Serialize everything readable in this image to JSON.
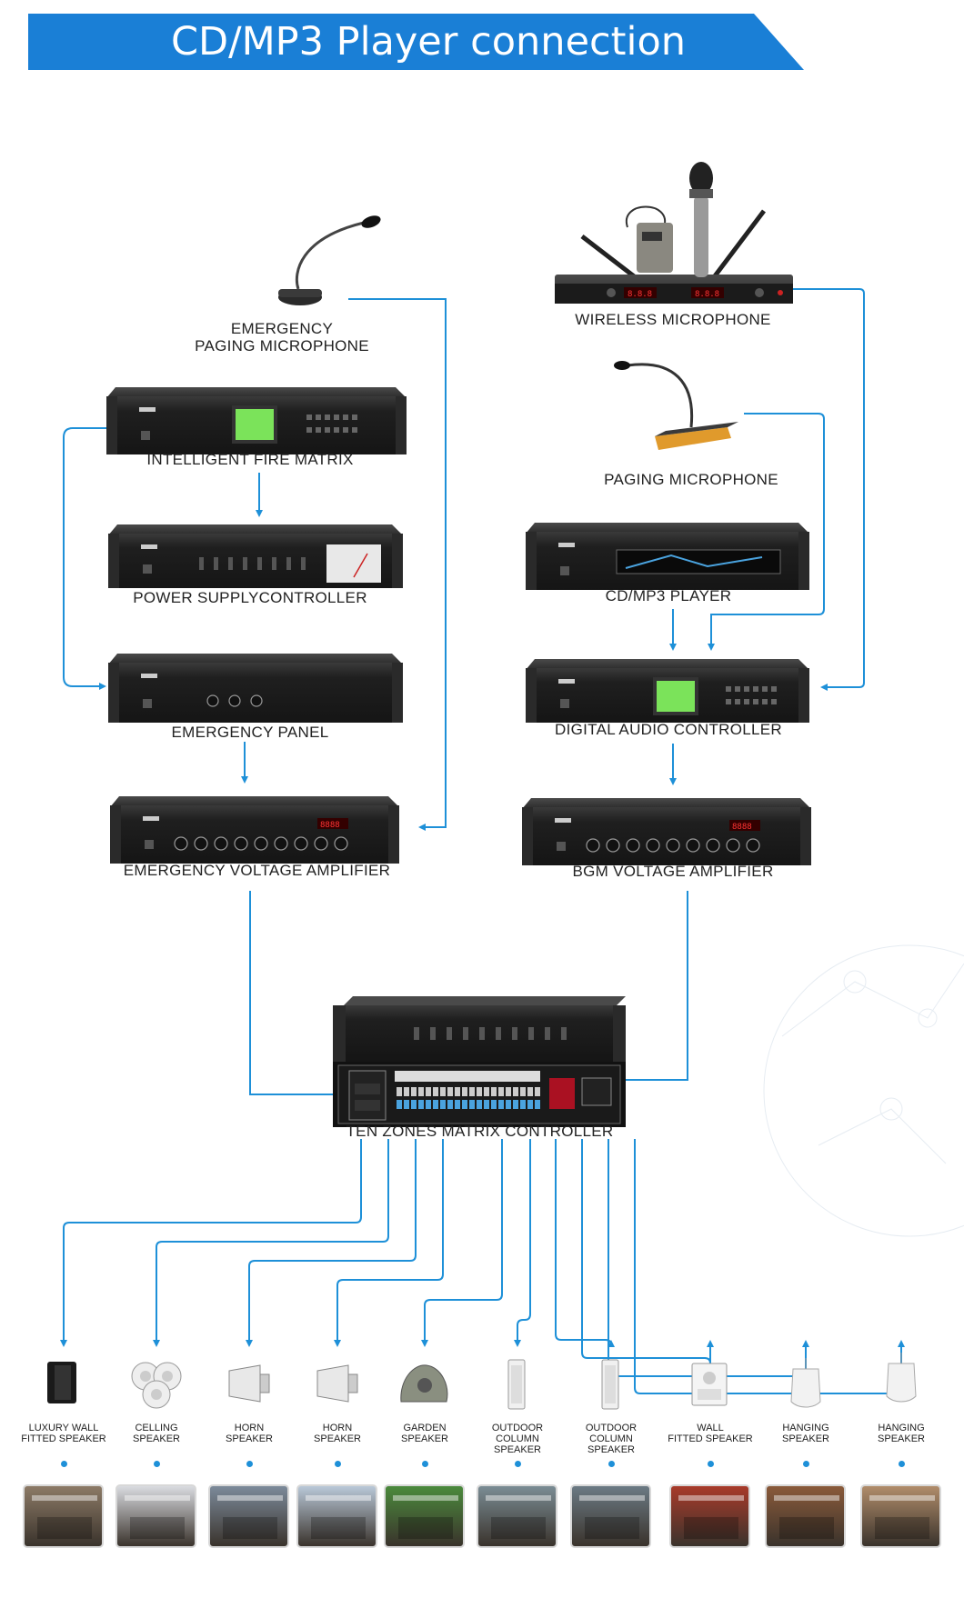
{
  "title": "CD/MP3 Player connection diagram",
  "colors": {
    "banner": "#1a7fd6",
    "line": "#1e90d8",
    "rack_body": "#2b2b2b",
    "rack_front": "#1c1c1c",
    "lcd": "#7be35a"
  },
  "devices": {
    "emergency_mic": {
      "line1": "EMERGENCY",
      "line2": "PAGING MICROPHONE"
    },
    "fire_matrix": "INTELLIGENT FIRE MATRIX",
    "power_supply": "POWER SUPPLYCONTROLLER",
    "emergency_panel": "EMERGENCY PANEL",
    "emergency_amp": "EMERGENCY VOLTAGE AMPLIFIER",
    "wireless_mic": "WIRELESS MICROPHONE",
    "paging_mic": "PAGING MICROPHONE",
    "cd_player": "CD/MP3 PLAYER",
    "digital_audio": "DIGITAL AUDIO CONTROLLER",
    "bgm_amp": "BGM VOLTAGE AMPLIFIER",
    "matrix": "TEN ZONES MATRIX CONTROLLER"
  },
  "speakers": [
    {
      "line1": "LUXURY WALL",
      "line2": "FITTED  SPEAKER",
      "icon": "wall-box-speaker-icon"
    },
    {
      "line1": "CELLING",
      "line2": "SPEAKER",
      "icon": "ceiling-speaker-icon"
    },
    {
      "line1": "HORN",
      "line2": "SPEAKER",
      "icon": "horn-speaker-icon"
    },
    {
      "line1": "HORN",
      "line2": "SPEAKER",
      "icon": "horn-speaker-icon"
    },
    {
      "line1": "GARDEN",
      "line2": "SPEAKER",
      "icon": "garden-rock-speaker-icon"
    },
    {
      "line1": "OUTDOOR",
      "line2": "COLUMN SPEAKER",
      "icon": "column-speaker-icon"
    },
    {
      "line1": "OUTDOOR",
      "line2": "COLUMN SPEAKER",
      "icon": "column-speaker-icon"
    },
    {
      "line1": "WALL",
      "line2": "FITTED SPEAKER",
      "icon": "wall-speaker-icon"
    },
    {
      "line1": "HANGING",
      "line2": "SPEAKER",
      "icon": "pendant-speaker-icon"
    },
    {
      "line1": "HANGING",
      "line2": "SPEAKER",
      "icon": "pendant-speaker-icon"
    }
  ],
  "scenes": [
    "conference-room-photo",
    "ceiling-light-photo",
    "factory-photo",
    "outdoor-horn-photo",
    "garden-photo",
    "outdoor-pole-photo",
    "street-pole-photo",
    "shop-photo",
    "corridor-photo",
    "hotel-room-photo"
  ]
}
